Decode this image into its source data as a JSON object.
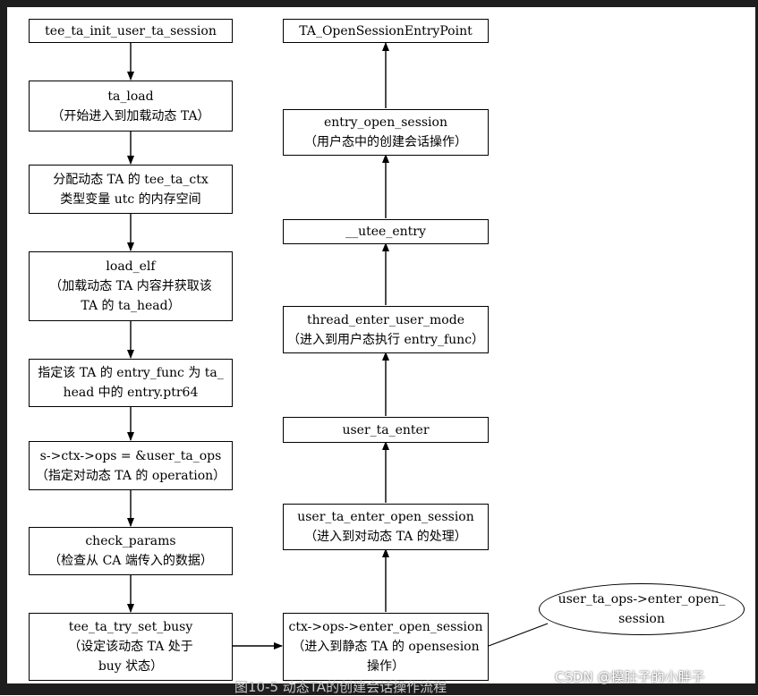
{
  "left_column": [
    {
      "id": "l1",
      "label": "tee_ta_init_user_ta_session"
    },
    {
      "id": "l2",
      "label": "ta_load\n（开始进入到加载动态 TA）"
    },
    {
      "id": "l3",
      "label": "分配动态 TA 的 tee_ta_ctx\n类型变量 utc 的内存空间"
    },
    {
      "id": "l4",
      "label": "load_elf\n（加载动态 TA 内容并获取该\nTA 的 ta_head）"
    },
    {
      "id": "l5",
      "label": "指定该 TA 的 entry_func 为 ta_\nhead 中的 entry.ptr64"
    },
    {
      "id": "l6",
      "label": "s->ctx->ops = &user_ta_ops\n（指定对动态 TA 的 operation）"
    },
    {
      "id": "l7",
      "label": "check_params\n（检查从 CA 端传入的数据）"
    },
    {
      "id": "l8",
      "label": "tee_ta_try_set_busy\n（设定该动态 TA 处于\nbuy 状态）"
    }
  ],
  "right_column": [
    {
      "id": "r1",
      "label": "TA_OpenSessionEntryPoint"
    },
    {
      "id": "r2",
      "label": "entry_open_session\n（用户态中的创建会话操作）"
    },
    {
      "id": "r3",
      "label": "__utee_entry"
    },
    {
      "id": "r4",
      "label": "thread_enter_user_mode\n（进入到用户态执行 entry_func）"
    },
    {
      "id": "r5",
      "label": "user_ta_enter"
    },
    {
      "id": "r6",
      "label": "user_ta_enter_open_session\n（进入到对动态 TA 的处理）"
    },
    {
      "id": "r7",
      "label": "ctx->ops->enter_open_session\n（进入到静态 TA 的 opensesion\n操作）"
    }
  ],
  "note": {
    "label": "user_ta_ops->enter_open_\nsession"
  },
  "caption": "图10-5 动态TA的创建会话操作流程",
  "watermark": "CSDN @摸肚子的小胖子"
}
